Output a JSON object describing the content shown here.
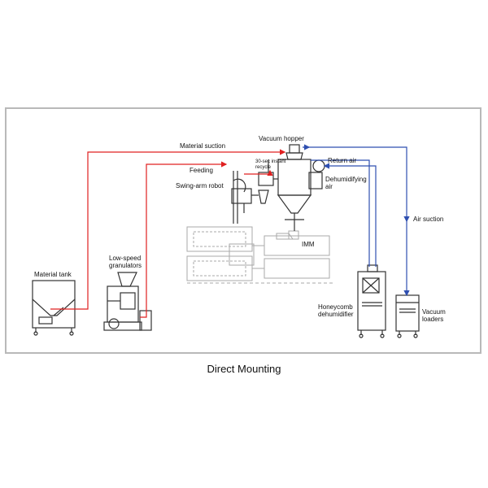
{
  "labels": {
    "material_suction": "Material suction",
    "feeding": "Feeding",
    "vacuum_hopper": "Vacuum hopper",
    "recycle_line1": "30-sec instant",
    "recycle_line2": "recycle",
    "return_air": "Return air",
    "dehumidifying_line1": "Dehumidifying",
    "dehumidifying_line2": "air",
    "swing_arm_robot": "Swing-arm robot",
    "air_suction": "Air suction",
    "imm": "IMM",
    "material_tank": "Material tank",
    "granulators_line1": "Low-speed",
    "granulators_line2": "granulators",
    "dehumidifier_line1": "Honeycomb",
    "dehumidifier_line2": "dehumidifier",
    "loaders_line1": "Vacuum",
    "loaders_line2": "loaders"
  },
  "caption": "Direct Mounting",
  "colors": {
    "material_line": "#e02020",
    "air_line": "#2f4fb0",
    "equipment": "#333333",
    "imm_outline": "#aaaaaa"
  }
}
